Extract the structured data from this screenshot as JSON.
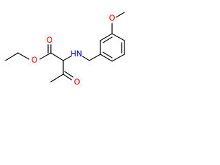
{
  "molecule": {
    "atoms": {
      "ester_o": "O",
      "carbonyl_o_ester": "O",
      "nh": "HN",
      "methoxy_o": "O",
      "ketone_o": "O"
    },
    "colors": {
      "bond": "#000000",
      "oxygen": "#ff0000",
      "nitrogen": "#0000ff",
      "background": "#ffffff"
    }
  }
}
